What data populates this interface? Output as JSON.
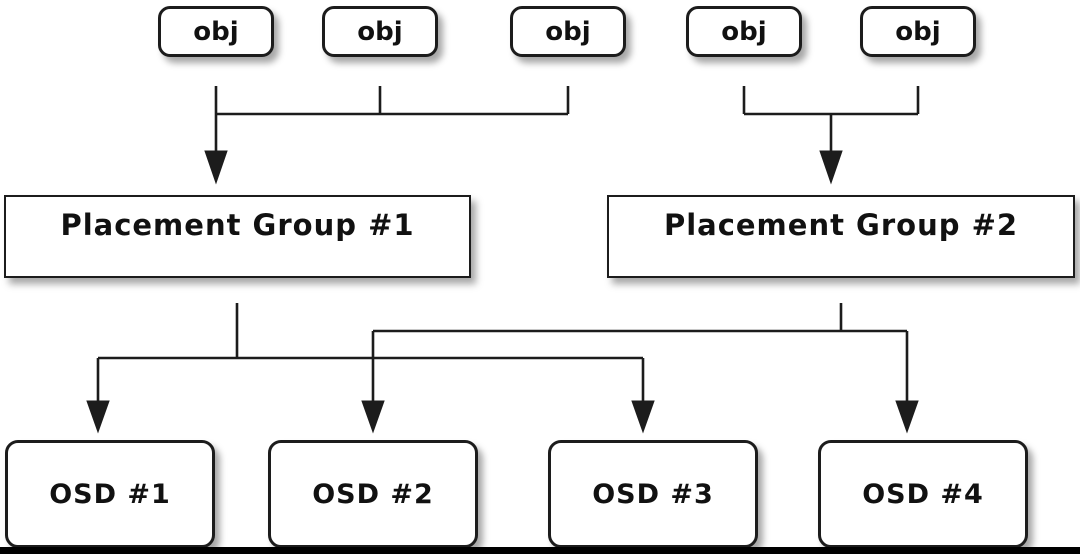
{
  "diagram": {
    "type": "hierarchy",
    "description": "Objects mapped to placement groups mapped to OSDs",
    "nodes": {
      "objects": [
        {
          "id": "obj-1",
          "label": "obj"
        },
        {
          "id": "obj-2",
          "label": "obj"
        },
        {
          "id": "obj-3",
          "label": "obj"
        },
        {
          "id": "obj-4",
          "label": "obj"
        },
        {
          "id": "obj-5",
          "label": "obj"
        }
      ],
      "placement_groups": [
        {
          "id": "pg-1",
          "label": "Placement Group #1"
        },
        {
          "id": "pg-2",
          "label": "Placement Group #2"
        }
      ],
      "osds": [
        {
          "id": "osd-1",
          "label": "OSD #1"
        },
        {
          "id": "osd-2",
          "label": "OSD #2"
        },
        {
          "id": "osd-3",
          "label": "OSD #3"
        },
        {
          "id": "osd-4",
          "label": "OSD #4"
        }
      ]
    },
    "edges": [
      {
        "from": "obj-1",
        "to": "pg-1"
      },
      {
        "from": "obj-2",
        "to": "pg-1"
      },
      {
        "from": "obj-3",
        "to": "pg-1"
      },
      {
        "from": "obj-4",
        "to": "pg-2"
      },
      {
        "from": "obj-5",
        "to": "pg-2"
      },
      {
        "from": "pg-1",
        "to": "osd-1"
      },
      {
        "from": "pg-1",
        "to": "osd-3"
      },
      {
        "from": "pg-2",
        "to": "osd-2"
      },
      {
        "from": "pg-2",
        "to": "osd-4"
      }
    ],
    "colors": {
      "line": "#1c1c1c",
      "box_border": "#1c1c1c",
      "box_background": "#ffffff",
      "canvas_background": "#ffffff",
      "bottom_bar": "#000000"
    }
  }
}
